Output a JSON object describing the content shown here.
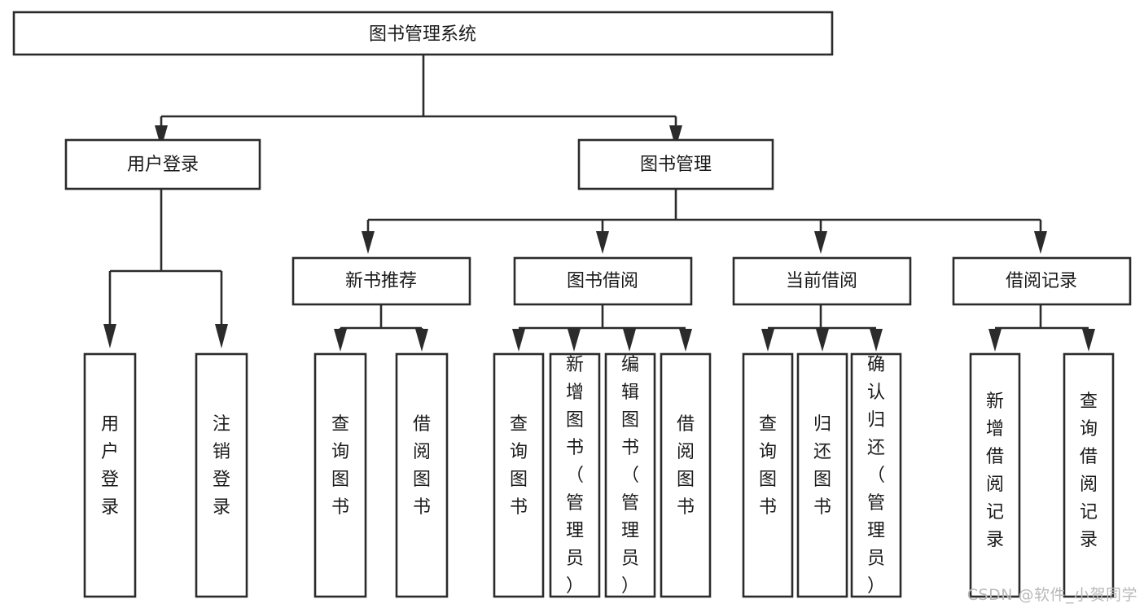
{
  "diagram": {
    "title": "图书管理系统",
    "type": "tree-hierarchy",
    "background_color": "#ffffff",
    "line_color": "#2b2b2b",
    "text_color": "#1a1a1a",
    "box_fill": "#ffffff"
  },
  "nodes": {
    "root": {
      "label": "图书管理系统"
    },
    "level2": [
      {
        "label": "用户登录"
      },
      {
        "label": "图书管理"
      }
    ],
    "level3": [
      {
        "label": "新书推荐"
      },
      {
        "label": "图书借阅"
      },
      {
        "label": "当前借阅"
      },
      {
        "label": "借阅记录"
      }
    ],
    "leaves": {
      "user_login": [
        {
          "label": "用户登录"
        },
        {
          "label": "注销登录"
        }
      ],
      "new_book_recommend": [
        {
          "label": "查询图书"
        },
        {
          "label": "借阅图书"
        }
      ],
      "book_borrow": [
        {
          "label": "查询图书"
        },
        {
          "label": "新增图书（管理员）"
        },
        {
          "label": "编辑图书（管理员）"
        },
        {
          "label": "借阅图书"
        }
      ],
      "current_borrow": [
        {
          "label": "查询图书"
        },
        {
          "label": "归还图书"
        },
        {
          "label": "确认归还（管理员）"
        }
      ],
      "borrow_record": [
        {
          "label": "新增借阅记录"
        },
        {
          "label": "查询借阅记录"
        }
      ]
    }
  },
  "watermark": {
    "text": "CSDN @软件_小贺同学"
  }
}
